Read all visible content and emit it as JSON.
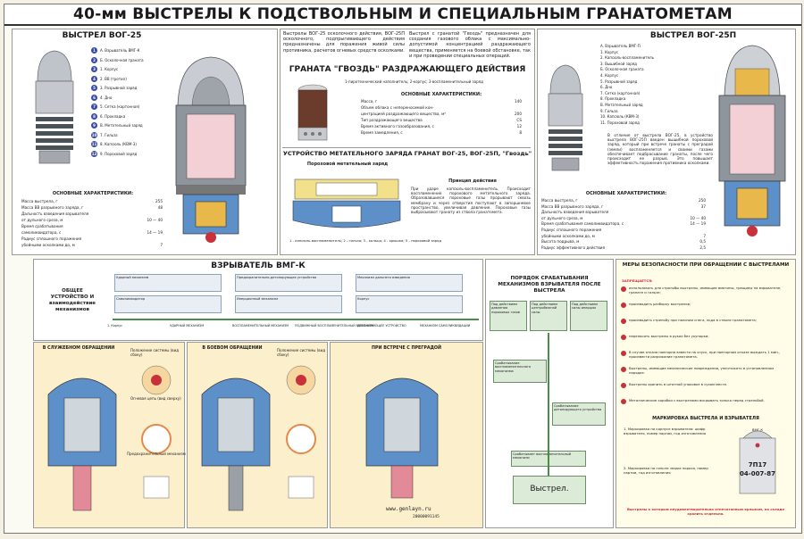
{
  "title": "40-мм ВЫСТРЕЛЫ К ПОДСТВОЛЬНЫМ И СПЕЦИАЛЬНЫМ ГРАНАТОМЕТАМ",
  "vog25": {
    "title": "ВЫСТРЕЛ ВОГ-25",
    "parts": [
      {
        "num": "1",
        "text": "A. Взрыватель ВМГ-К"
      },
      {
        "num": "2",
        "text": "Б. Осколочная граната"
      },
      {
        "num": "3",
        "text": "1. Корпус"
      },
      {
        "num": "4",
        "text": "2. ВВ (тротил)"
      },
      {
        "num": "5",
        "text": "3. Разрывной заряд"
      },
      {
        "num": "6",
        "text": "4. Дно"
      },
      {
        "num": "7",
        "text": "5. Сетка (картонная)"
      },
      {
        "num": "8",
        "text": "6. Прокладка"
      },
      {
        "num": "9",
        "text": "В. Метательный заряд"
      },
      {
        "num": "10",
        "text": "7. Гильза"
      },
      {
        "num": "11",
        "text": "8. Капсюль (КВМ-3)"
      },
      {
        "num": "12",
        "text": "9. Пороховой заряд"
      }
    ],
    "spec_title": "ОСНОВНЫЕ ХАРАКТЕРИСТИКИ:",
    "specs": [
      {
        "label": "Масса выстрела, г",
        "value": "255"
      },
      {
        "label": "Масса ВВ разрывного заряда, г",
        "value": "48"
      },
      {
        "label": "Дальность взведения взрывателя",
        "value": ""
      },
      {
        "label": "от дульного среза, м",
        "value": "10 — 40"
      },
      {
        "label": "Время срабатывания",
        "value": ""
      },
      {
        "label": "самоликвидатора, с",
        "value": "14 — 19"
      },
      {
        "label": "Радиус сплошного поражения",
        "value": ""
      },
      {
        "label": "убойными осколками до, м",
        "value": "7"
      }
    ]
  },
  "intro": {
    "left": "Выстрелы ВОГ-25 осколочного действия, ВОГ-25П осколочного, подпрыгивающего действия предназначены для поражения живой силы противника, расчетов огневых средств осколками.",
    "right": "Выстрел с гранатой \"Гвоздь\" предназначен для создания газового облака с максимально-допустимой концентрацией раздражающего вещества, применяется на боевой обстановке, так и при проведении специальных операций."
  },
  "gvozd": {
    "title": "ГРАНАТА \"ГВОЗДЬ\" РАЗДРАЖАЮЩЕГО ДЕЙСТВИЯ",
    "parts_line": "1-пиротехнический наполнитель; 2-корпус; 3-воспламенительный заряд",
    "spec_title": "ОСНОВНЫЕ ХАРАКТЕРИСТИКИ:",
    "specs": [
      {
        "label": "Масса, г",
        "value": "140"
      },
      {
        "label": "Объем облака с непереносимой кон-",
        "value": ""
      },
      {
        "label": "центрацией раздражающего вещества, м³",
        "value": "200"
      },
      {
        "label": "Тип раздражающего вещества",
        "value": "CS"
      },
      {
        "label": "Время активного газообразования, с",
        "value": "12"
      },
      {
        "label": "Время замедления, с",
        "value": "8"
      }
    ]
  },
  "charge": {
    "title": "УСТРОЙСТВО МЕТАТЕЛЬНОГО ЗАРЯДА ГРАНАТ ВОГ-25, ВОГ-25П, \"Гвоздь\"",
    "subtitle": "Пороховой метательный заряд",
    "principle_title": "Принцип действия",
    "principle_text": "При ударе капсюль-воспламенитель. Происходит воспламенение порохового метательного заряда. Образовавшиеся пороховые газы прорывают сквозь мембрану и через отверстия поступают в запоршневое пространство, увеличивая давление. Пороховые газы выбрасывают гранату из ствола гранатомета.",
    "legend": "1 - капсюль-воспламенитель; 2 - гильза; 3 - кольцо; 4 - крышка; 5 - пороховой заряд"
  },
  "vog25p": {
    "title": "ВЫСТРЕЛ ВОГ-25П",
    "parts": [
      {
        "text": "А. Взрыватель ВМГ-П"
      },
      {
        "text": "1. Корпус"
      },
      {
        "text": "2. Капсюль-воспламенитель"
      },
      {
        "text": "3. Вышибной заряд"
      },
      {
        "text": "Б. Осколочная граната"
      },
      {
        "text": "4. Корпус"
      },
      {
        "text": "5. Разрывной заряд"
      },
      {
        "text": "6. Дно"
      },
      {
        "text": "7. Сетка (картонная)"
      },
      {
        "text": "8. Прокладка"
      },
      {
        "text": "В. Метательный заряд"
      },
      {
        "text": "9. Гильза"
      },
      {
        "text": "10. Капсюль (КВМ-3)"
      },
      {
        "text": "11. Пороховой заряд"
      }
    ],
    "desc": "В отличие от выстрела ВОГ-25, в устройство выстрела ВОГ-25П введен вышибной пороховой заряд, который при встрече гранаты с преградой (земли) воспламеняется и своими газами обеспечивает подбрасывание гранаты, после чего происходит ее разрыв. Это повышает эффективность поражения противника осколками.",
    "spec_title": "ОСНОВНЫЕ ХАРАКТЕРИСТИКИ:",
    "specs": [
      {
        "label": "Масса выстрела, г",
        "value": "250"
      },
      {
        "label": "Масса ВВ разрывного заряда, г",
        "value": "37"
      },
      {
        "label": "Дальность взведения взрывателя",
        "value": ""
      },
      {
        "label": "от дульного среза, м",
        "value": "10 — 40"
      },
      {
        "label": "Время срабатывания самоликвидатора, с",
        "value": "14 — 19"
      },
      {
        "label": "Радиус сплошного поражения",
        "value": ""
      },
      {
        "label": "убойными осколками до, м",
        "value": "7"
      },
      {
        "label": "Высота подрыва, м",
        "value": "0,5"
      },
      {
        "label": "Радиус эффективного действия",
        "value": "2,5"
      }
    ]
  },
  "fuze": {
    "title": "ВЗРЫВАТЕЛЬ ВМГ-К",
    "left_label": "ОБЩЕЕ УСТРОЙСТВО И взаимодействие механизмов",
    "boxes": [
      "Ударный механизм",
      "Предохранительно-детонирующее устройство",
      "Механизм дальнего взведения",
      "Самоликвидатор",
      "Инерционный механизм",
      "Корпус"
    ],
    "bottom_labels": [
      "1. Корпус",
      "УДАРНЫЙ МЕХАНИЗМ",
      "ВОСПЛАМЕНИТЕЛЬНЫЙ МЕХАНИЗМ",
      "ПОДВИЖНЫЙ ВОСПЛАМЕНИТЕЛЬНЫЙ МЕХАНИЗМ",
      "ДЕТОНИРУЮЩЕЕ УСТРОЙСТВО",
      "МЕХАНИЗМ САМОЛИКВИДАЦИИ"
    ]
  },
  "states": [
    {
      "title": "В СЛУЖЕБНОМ ОБРАЩЕНИИ"
    },
    {
      "title": "В БОЕВОМ ОБРАЩЕНИИ"
    },
    {
      "title": "ПРИ ВСТРЕЧЕ С ПРЕГРАДОЙ"
    }
  ],
  "state_notes": {
    "position": "Положение системы (вид сбоку)",
    "ring": "Огневая цепь (вид сверху)",
    "mech": "Предохранительный механизм"
  },
  "sequence": {
    "title": "ПОРЯДОК СРАБАТЫВАНИЯ МЕХАНИЗМОВ ВЗРЫВАТЕЛЯ ПОСЛЕ ВЫСТРЕЛА",
    "top_boxes": [
      "Под действием давления пороховых газов",
      "Под действием центробежной силы",
      "Под действием силы инерции"
    ],
    "mid_boxes": [
      "Срабатывание воспламенительного механизма",
      "Срабатывание детонирующего устройства"
    ],
    "low_box": "Срабатывает воспламенительный механизм",
    "final": "Выстрел."
  },
  "safety": {
    "title": "МЕРЫ БЕЗОПАСНОСТИ ПРИ ОБРАЩЕНИИ С ВЫСТРЕЛАМИ",
    "forbidden": "ЗАПРЕЩАЕТСЯ:",
    "items": [
      "использовать для стрельбы выстрелы, имеющие вмятины, трещины на взрывателе, гранате и гильзе;",
      "производить разборку выстрелов;",
      "производить стрельбу при наличии снега, льда в стволе гранатомета;",
      "переносить выстрелы в руках без укупорки;",
      "В случае отказа повторно взвести на спуск, при повторном отказе выждать 1 мин., произвести разряжание гранатомета.",
      "Выстрелы, имеющие механические повреждения, уничтожать в установленном порядке.",
      "Выстрелы хранить в штатной упаковке в сухом месте.",
      "Металлические коробки с выстрелами вскрывать только перед стрельбой."
    ],
    "marking_title": "МАРКИРОВКА ВЫСТРЕЛА И ВЗРЫВАТЕЛЯ",
    "marking1": "1. Маркировка на корпусе взрывателя: шифр взрывателя, номер партии, год изготовления",
    "marking2": "2. Маркировка на гильзе: марка пороха, номер партии, год изготовления",
    "shell_code": "7П17",
    "shell_code2": "04-007-87",
    "shell_label": "ВМГ-К",
    "bottom_note": "Выстрелы к которым неудовлетворительно отпечатанным ярлыком, на складе хранить отдельно."
  },
  "footer": {
    "site": "www.genlayn.ru",
    "code": "20000091145"
  },
  "colors": {
    "accent_blue": "#3a4aa0",
    "hull_blue": "#4a7fc0",
    "accent_red": "#c8303a",
    "fuze_tan": "#f3e3b0",
    "green_box": "#dcead8"
  }
}
